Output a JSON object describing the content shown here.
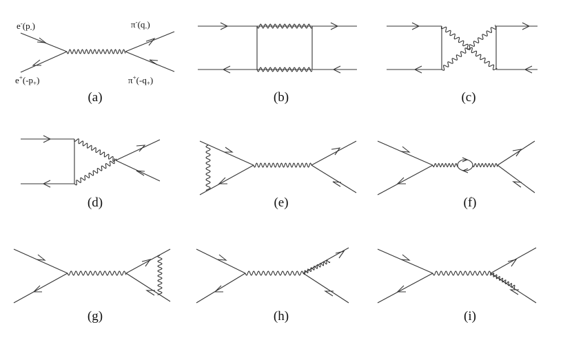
{
  "diagrams": [
    {
      "id": "a",
      "caption": "(a)"
    },
    {
      "id": "b",
      "caption": "(b)"
    },
    {
      "id": "c",
      "caption": "(c)"
    },
    {
      "id": "d",
      "caption": "(d)"
    },
    {
      "id": "e",
      "caption": "(e)"
    },
    {
      "id": "f",
      "caption": "(f)"
    },
    {
      "id": "g",
      "caption": "(g)"
    },
    {
      "id": "h",
      "caption": "(h)"
    },
    {
      "id": "i",
      "caption": "(i)"
    }
  ],
  "momentum_labels": {
    "electron": {
      "base": "e",
      "sup": "-",
      "arg": "(p",
      "sub": "-",
      "close": ")"
    },
    "positron": {
      "base": "e",
      "sup": "+",
      "arg": "(-p",
      "sub": "+",
      "close": ")"
    },
    "pi_minus": {
      "base": "π",
      "sup": "-",
      "arg": "(q",
      "sub": "-",
      "close": ")"
    },
    "pi_plus": {
      "base": "π",
      "sup": "+",
      "arg": "(-q",
      "sub": "+",
      "close": ")"
    }
  },
  "line_color": "#333333"
}
